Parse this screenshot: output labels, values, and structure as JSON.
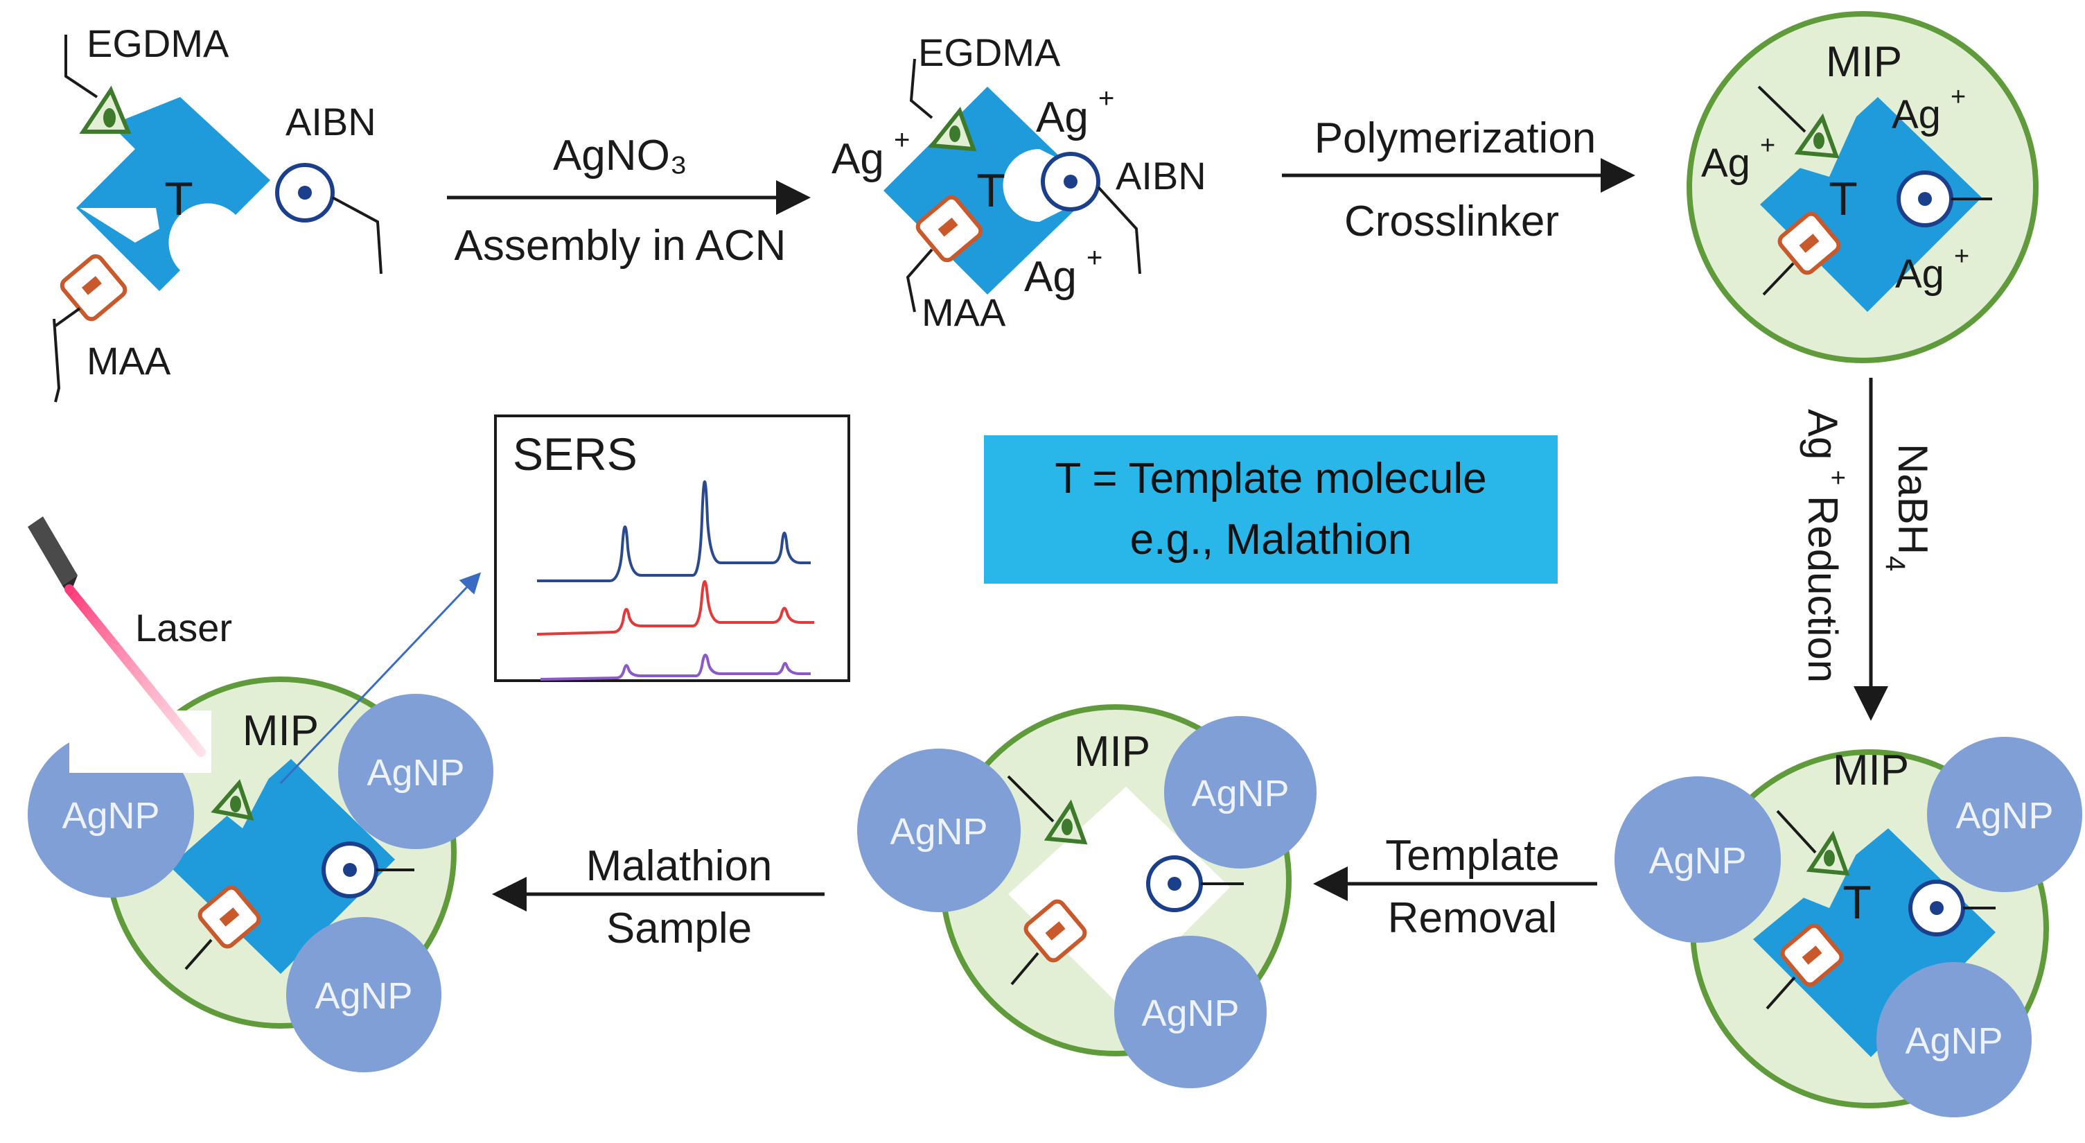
{
  "colors": {
    "template_blue": "#1f9bdc",
    "mip_green_fill": "#e2efd5",
    "mip_green_stroke": "#5f9b3a",
    "agnp_fill": "#7f9fd6",
    "agnp_text": "#eef2fb",
    "egdma_green": "#3e7a2c",
    "maa_orange": "#c9582a",
    "aibn_navy": "#1c3f8c",
    "legend_fill": "#29b6e8",
    "spectrum_blue": "#2b4a8e",
    "spectrum_red": "#e23a3a",
    "spectrum_purple": "#8b5ac8",
    "laser_pink": "#e0306a"
  },
  "labels": {
    "egdma": "EGDMA",
    "aibn": "AIBN",
    "maa": "MAA",
    "template": "T",
    "ag_plus": "Ag",
    "plus": "+",
    "mip": "MIP",
    "agnp": "AgNP",
    "laser": "Laser",
    "sers": "SERS"
  },
  "steps": {
    "step1_top": "AgNO₃",
    "step1_bottom": "Assembly in ACN",
    "step2_top": "Polymerization",
    "step2_bottom": "Crosslinker",
    "step3_reagent": "NaBH",
    "step3_reagent_sub": "4",
    "step3_process": "Reduction",
    "step4_top": "Template",
    "step4_bottom": "Removal",
    "step5_top": "Malathion",
    "step5_bottom": "Sample"
  },
  "legend": {
    "line1": "T = Template molecule",
    "line2": "e.g., Malathion"
  }
}
